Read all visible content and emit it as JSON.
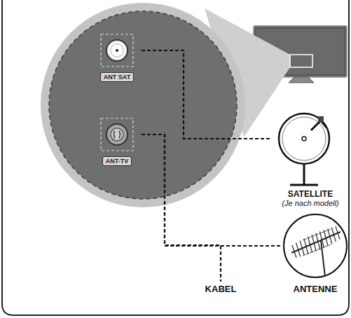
{
  "diagram": {
    "nodes": [
      {
        "text": [
          "ANT SAT"
        ]
      },
      {
        "text": [
          "ANT-TV"
        ]
      },
      {
        "text": [
          "SATELLITE",
          "(Je nach modell)"
        ]
      },
      {
        "text": [
          "ANTENNE"
        ]
      },
      {
        "text": [
          "KABEL"
        ]
      }
    ],
    "edges": [
      {
        "from": 0,
        "to": 2,
        "arrow": "none"
      },
      {
        "from": 1,
        "to": 3,
        "arrow": "none"
      },
      {
        "from": 1,
        "to": 4,
        "arrow": "none"
      }
    ]
  }
}
